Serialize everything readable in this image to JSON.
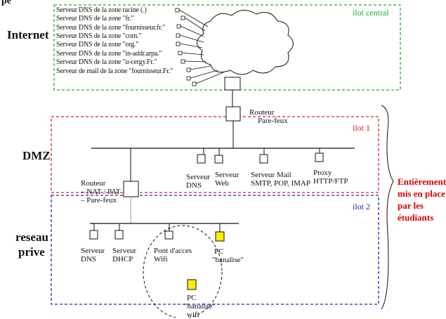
{
  "header": {
    "fragment": "pé"
  },
  "zones": {
    "internet": "Internet",
    "dmz": "DMZ",
    "prive_line1": "reseau",
    "prive_line2": "prive"
  },
  "ilots": {
    "central": "ilot central",
    "ilot1": "ilot 1",
    "ilot2": "ilot 2"
  },
  "dns_list": [
    "Serveur DNS de la zone racine (.)",
    "Serveur DNS de la zone \"fr.\"",
    "Serveur DNS de la zone \"fournisseur.fr.\"",
    "Serveur DNS de la zone \"com.\"",
    "Serveur DNS de la zone \"org.\"",
    "Serveur DNS de la zone \"in-addr.arpa.\"",
    "Serveur DNS de la zone \"u-cergy.Fr.\"",
    "Serveur de mail de la zone \"fournisseur.Fr.\""
  ],
  "router_top": {
    "line1": "Routeur",
    "line2": "Pare-feux"
  },
  "dmz_servers": [
    {
      "line1": "Serveur",
      "line2": "DNS"
    },
    {
      "line1": "Serveur",
      "line2": "Web"
    },
    {
      "line1": "Serveur Mail",
      "line2": "SMTP, POP, IMAP"
    },
    {
      "line1": "Proxy",
      "line2": "HTTP/FTP"
    }
  ],
  "router_nat": {
    "line1": "Routeur",
    "line2": "– NAT / PAT",
    "line3": "– Pare-feux"
  },
  "prive_nodes": {
    "dns": {
      "line1": "Serveur",
      "line2": "DNS"
    },
    "dhcp": {
      "line1": "Serveur",
      "line2": "DHCP"
    },
    "wifi": {
      "line1": "Pont d'acces",
      "line2": "Wifi"
    },
    "pc1": {
      "line1": "PC",
      "line2": "\"banalise\""
    },
    "pc2": {
      "line1": "PC",
      "line2": "\"banalise\"",
      "line3": "wifi"
    }
  },
  "note": {
    "line1": "Entièrement",
    "line2": "mis en place",
    "line3": "par les",
    "line4": "étudiants"
  },
  "colors": {
    "ilot_central": "#22aa22",
    "ilot1": "#dd2222",
    "ilot2": "#2222bb",
    "pc_fill": "#ffee00",
    "note": "#d40000"
  }
}
